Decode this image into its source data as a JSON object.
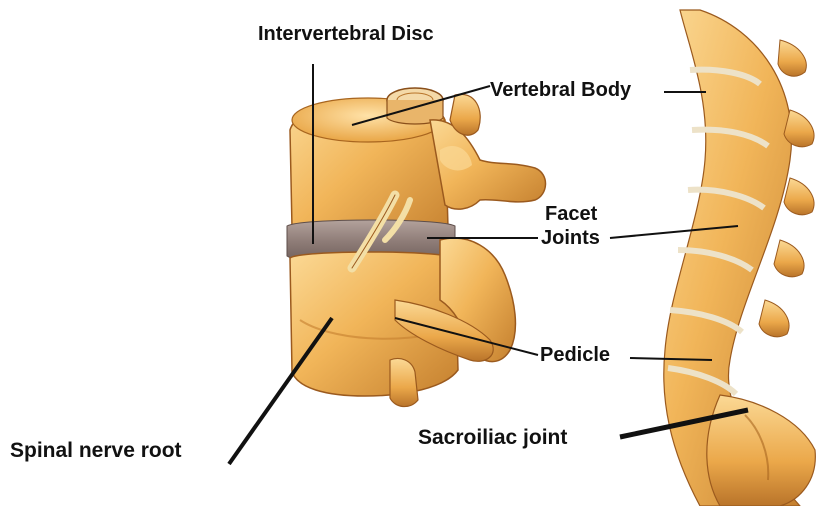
{
  "labels": {
    "intervertebral_disc": "Intervertebral Disc",
    "vertebral_body": "Vertebral Body",
    "facet_joints_line1": "Facet",
    "facet_joints_line2": "Joints",
    "pedicle": "Pedicle",
    "spinal_nerve_root": "Spinal nerve root",
    "sacroiliac_joint": "Sacroiliac joint"
  },
  "colors": {
    "bone_light": "#F6C774",
    "bone_mid": "#E8A542",
    "bone_dark": "#B8742A",
    "bone_shadow": "#8A4F1A",
    "disc": "#9C8A86",
    "disc_spine": "#EDE2C8",
    "line": "#111111"
  }
}
